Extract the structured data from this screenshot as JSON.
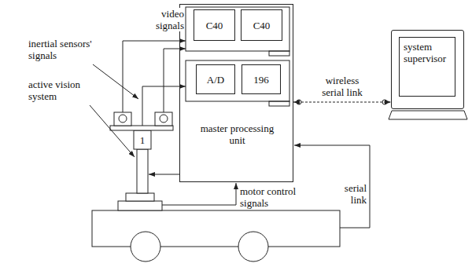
{
  "diagram": {
    "nodes": [
      {
        "text": [
          "master processing unit"
        ]
      },
      {
        "text": [
          "C40"
        ],
        "in": 0
      },
      {
        "text": [
          "C40"
        ],
        "in": 0
      },
      {
        "text": [
          "A/D"
        ],
        "in": 0
      },
      {
        "text": [
          "196"
        ],
        "in": 0
      },
      {
        "text": [
          "system supervisor"
        ]
      }
    ],
    "edges": [
      {
        "from": 0,
        "to": 5,
        "arrow": "both",
        "label": "wireless serial link"
      }
    ],
    "labels": [
      "video signals",
      "inertial sensors' signals",
      "active vision system",
      "motor control signals",
      "serial link",
      "1"
    ]
  }
}
